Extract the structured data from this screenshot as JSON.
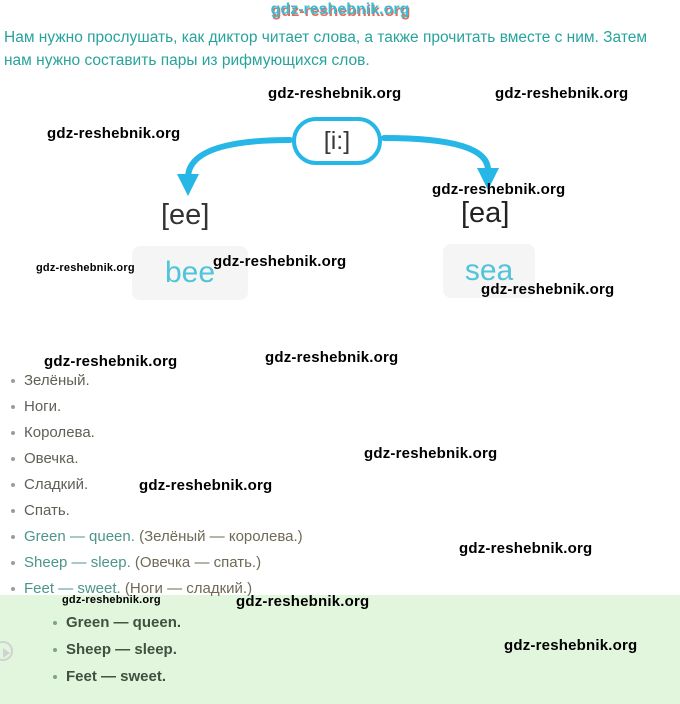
{
  "site": {
    "watermark": "gdz-reshebnik.org"
  },
  "intro": {
    "text": "Нам нужно прослушать, как диктор читает слова, а также прочитать вместе с ним. Затем нам нужно составить пары из рифмующихся слов."
  },
  "diagram": {
    "root": "[i:]",
    "left": {
      "label": "[ee]",
      "word": "bee"
    },
    "right": {
      "label": "[ea]",
      "word": "sea"
    }
  },
  "list": {
    "items": [
      "Зелёный.",
      "Ноги.",
      "Королева.",
      "Овечка.",
      "Сладкий.",
      "Спать."
    ],
    "pairs": [
      {
        "en": "Green — queen.",
        "ru": "(Зелёный — королева.)"
      },
      {
        "en": "Sheep — sleep.",
        "ru": "(Овечка — спать.)"
      },
      {
        "en": "Feet — sweet.",
        "ru": "(Ноги — сладкий.)"
      }
    ]
  },
  "answers": {
    "items": [
      "Green — queen.",
      "Sheep — sleep.",
      "Feet — sweet."
    ]
  },
  "colors": {
    "accent_cyan": "#27b7e6",
    "teal_text": "#27a39c",
    "word_cyan": "#4fc4da",
    "panel_green": "#e2f6de"
  }
}
